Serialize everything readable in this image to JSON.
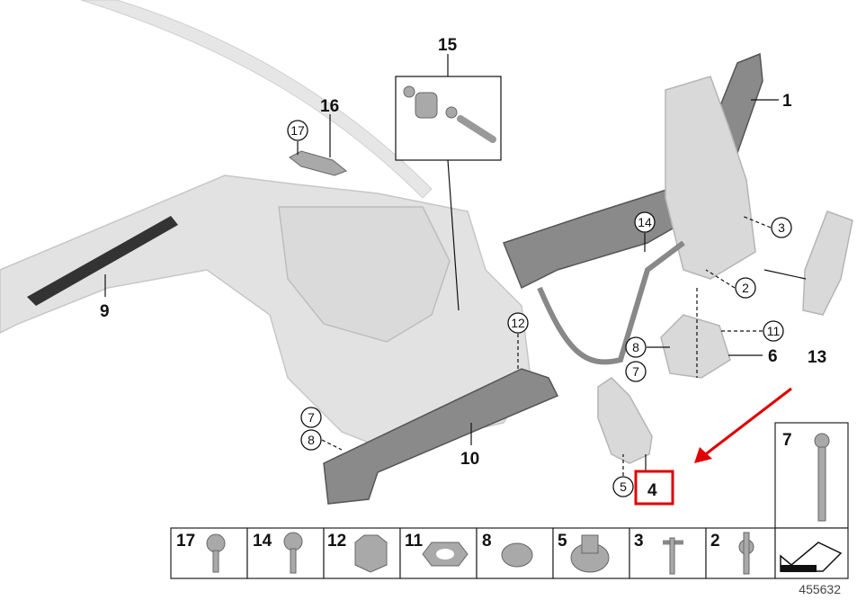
{
  "diagram": {
    "image_number": "455632",
    "highlight_color": "#e00000",
    "highlighted_part": "4",
    "callouts": {
      "p1": "1",
      "p2": "2",
      "p3": "3",
      "p4": "4",
      "p5": "5",
      "p6": "6",
      "p7a": "7",
      "p7b": "7",
      "p8a": "8",
      "p8b": "8",
      "p9": "9",
      "p10": "10",
      "p11": "11",
      "p12": "12",
      "p13": "13",
      "p14": "14",
      "p15": "15",
      "p16": "16",
      "p17": "17"
    },
    "side_box": {
      "label": "7"
    },
    "fastener_strip": [
      {
        "label": "17",
        "icon": "round-head-screw"
      },
      {
        "label": "14",
        "icon": "washer-head-screw"
      },
      {
        "label": "12",
        "icon": "flange-nut"
      },
      {
        "label": "11",
        "icon": "hex-nut"
      },
      {
        "label": "8",
        "icon": "washer"
      },
      {
        "label": "5",
        "icon": "collar-nut"
      },
      {
        "label": "3",
        "icon": "clip-screw"
      },
      {
        "label": "2",
        "icon": "torx-bolt"
      },
      {
        "label": "",
        "icon": "arrow-symbol"
      }
    ]
  }
}
